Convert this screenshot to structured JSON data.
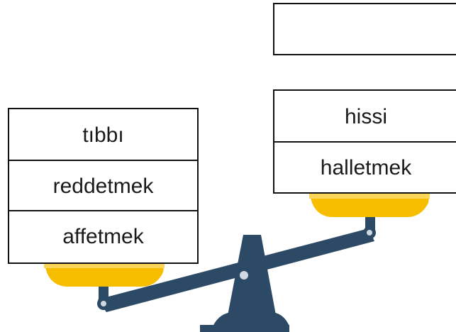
{
  "colors": {
    "beam": "#2c4a66",
    "pan": "#f7be00",
    "pan_highlight": "#fcd65a",
    "pivot": "#cfd8e3",
    "card_border": "#111111"
  },
  "drop_slot": {
    "text": ""
  },
  "left_pan": {
    "words": [
      "tıbbı",
      "reddetmek",
      "affetmek"
    ]
  },
  "right_pan": {
    "words": [
      "hissi",
      "halletmek"
    ]
  }
}
